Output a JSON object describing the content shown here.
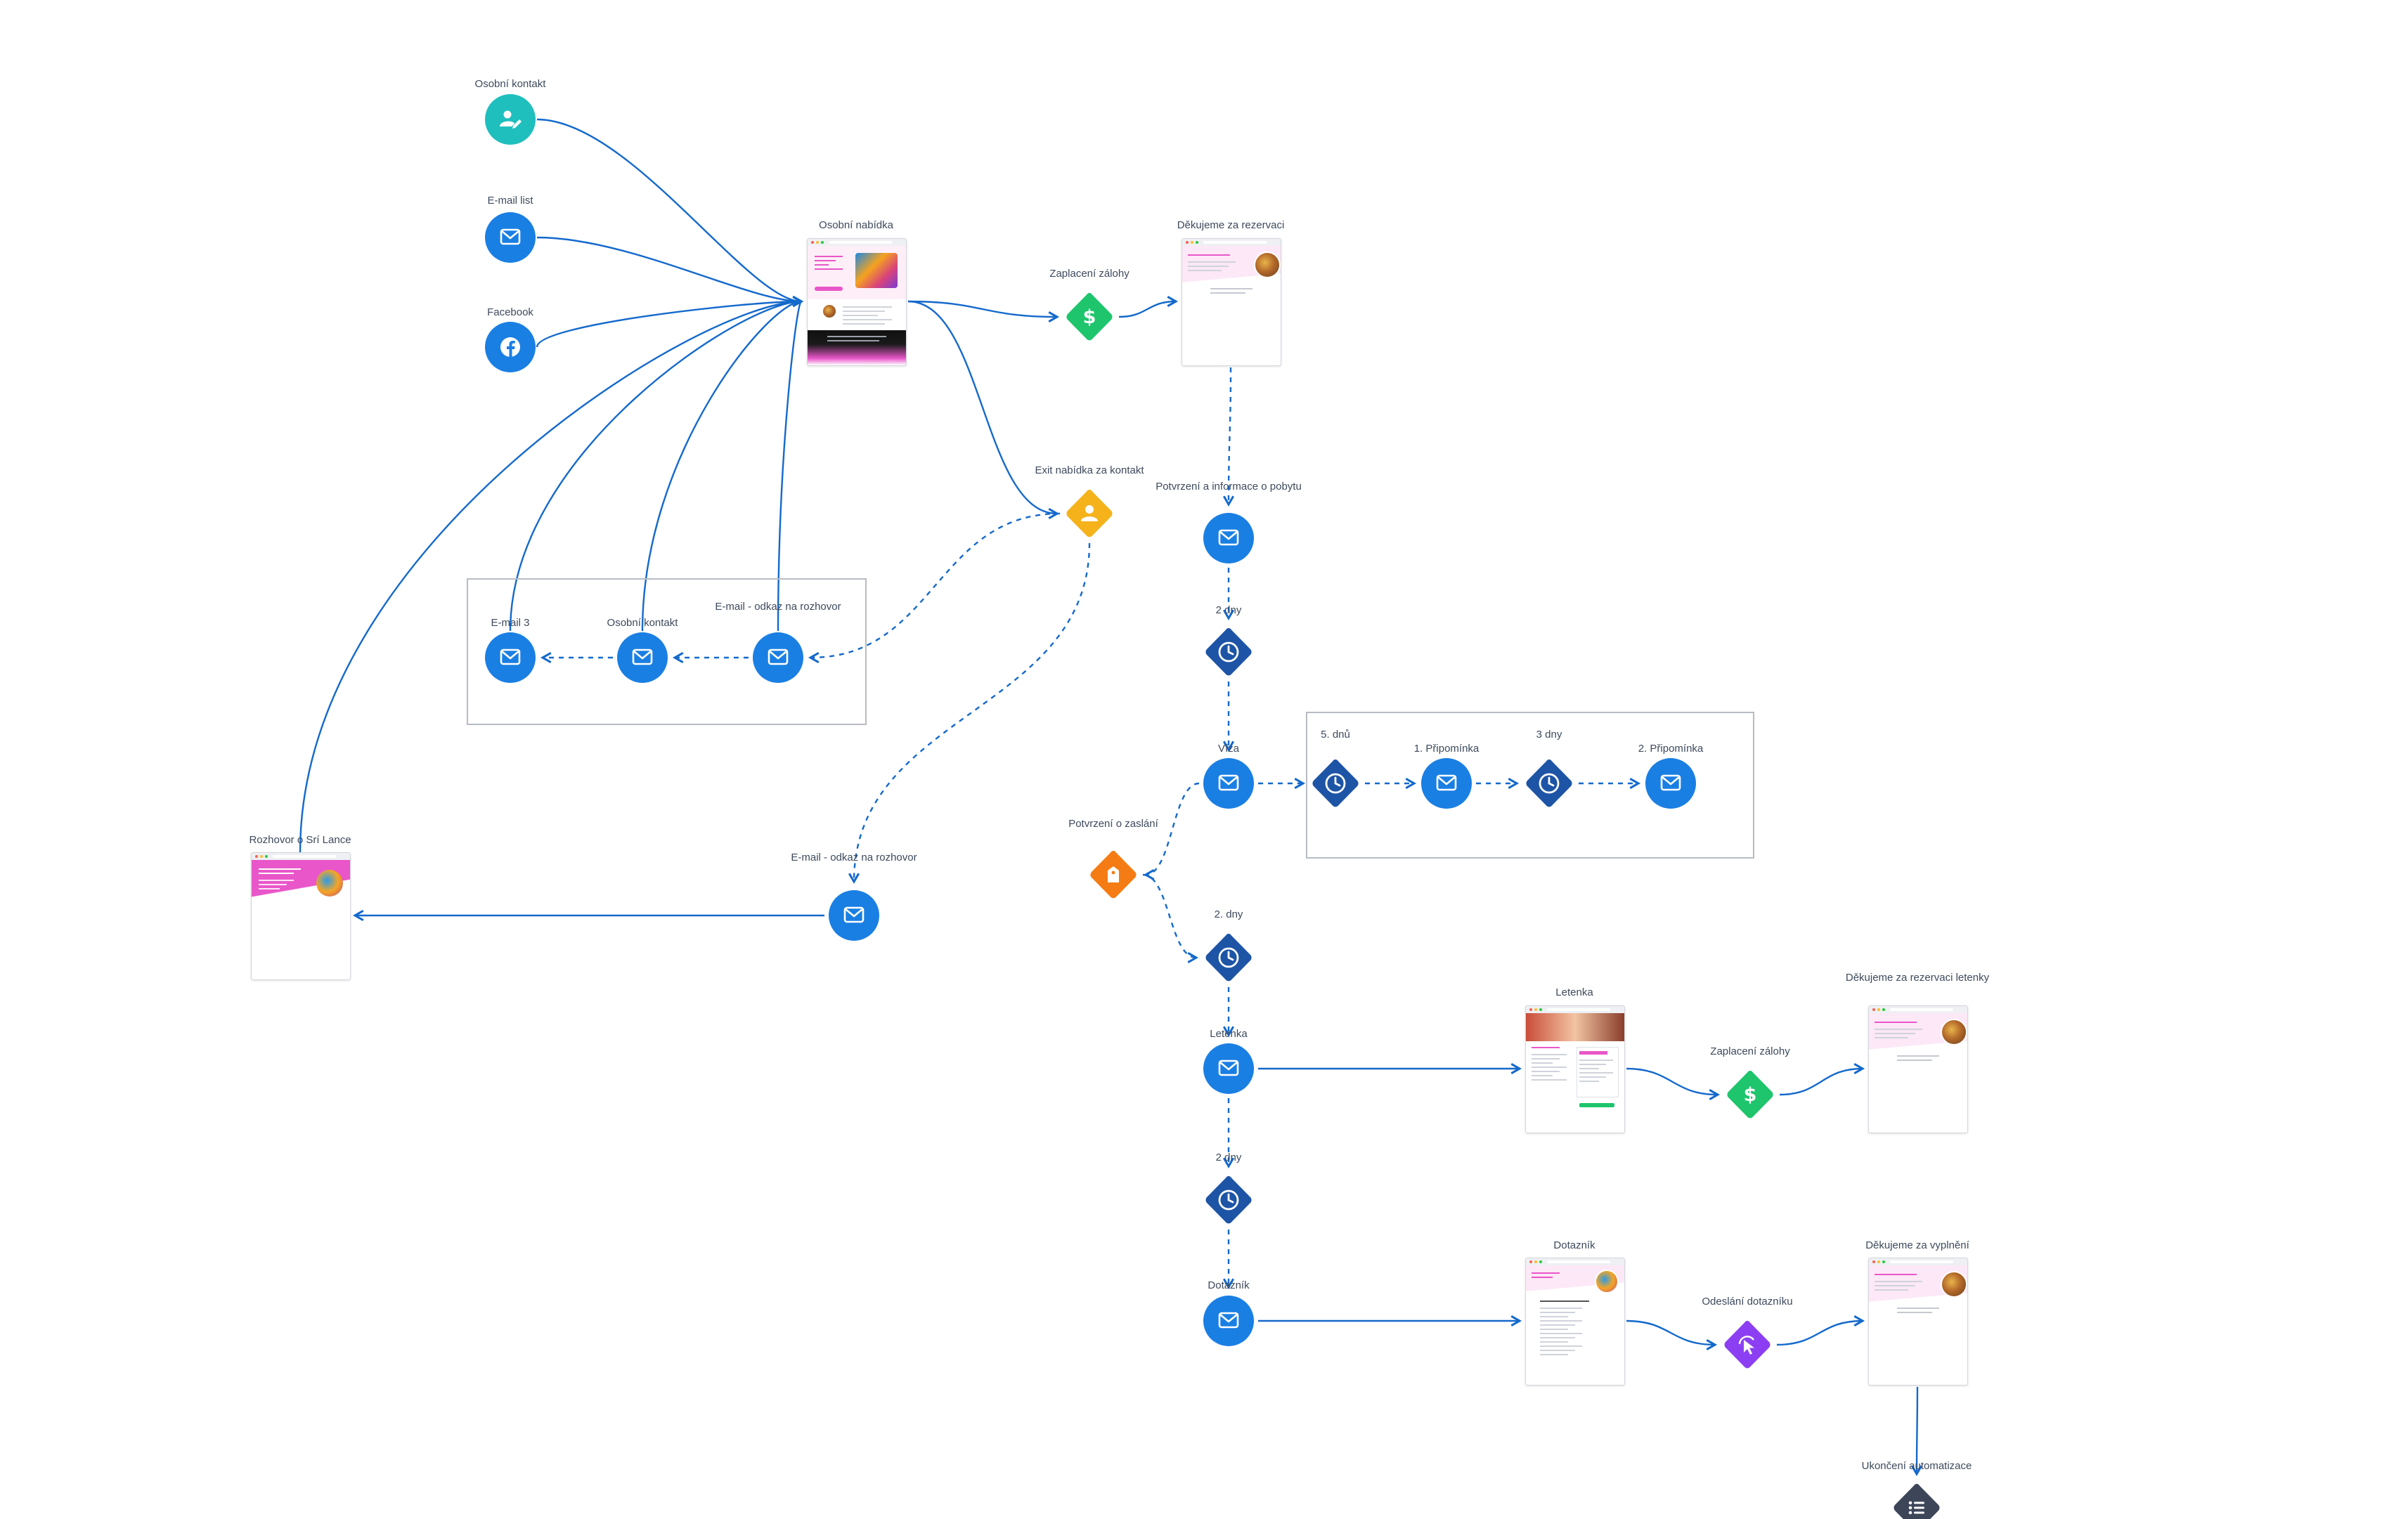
{
  "colors": {
    "email_blue": "#1a7fe3",
    "wait_navy": "#1d54a6",
    "payment_green": "#1ec56c",
    "contact_yellow": "#f5b21b",
    "tag_orange": "#f57c14",
    "click_purple": "#8c3ff2",
    "contact_teal": "#1fbfbe",
    "end_slate": "#3d4659",
    "line_blue": "#1469cc",
    "pink": "#e956c9"
  },
  "nodes": {
    "osobni_kontakt_source": {
      "label": "Osobní kontakt",
      "icon": "person-pen-icon"
    },
    "email_list": {
      "label": "E-mail list",
      "icon": "envelope-icon"
    },
    "facebook": {
      "label": "Facebook",
      "icon": "facebook-icon"
    },
    "osobni_nabidka": {
      "label": "Osobní nabídka",
      "icon": "webpage-thumbnail"
    },
    "zaplaceni_zalohy_1": {
      "label": "Zaplacení zálohy",
      "icon": "dollar-icon"
    },
    "dekujeme_rezervaci": {
      "label": "Děkujeme za rezervaci",
      "icon": "webpage-thumbnail"
    },
    "exit_nabidka": {
      "label": "Exit nabídka za kontakt",
      "icon": "person-icon"
    },
    "potvrzeni_informace": {
      "label": "Potvrzení a informace o pobytu",
      "icon": "envelope-icon"
    },
    "wait_2_dny_a": {
      "label": "2 dny",
      "icon": "clock-icon"
    },
    "email_3": {
      "label": "E-mail 3",
      "icon": "envelope-icon"
    },
    "osobni_kontakt_email": {
      "label": "Osobní kontakt",
      "icon": "envelope-icon"
    },
    "email_odkaz_1": {
      "label": "E-mail - odkaz na rozhovor",
      "icon": "envelope-icon"
    },
    "viza": {
      "label": "Víza",
      "icon": "envelope-icon"
    },
    "wait_5_dnu": {
      "label": "5. dnů",
      "icon": "clock-icon"
    },
    "pripominka_1": {
      "label": "1. Připomínka",
      "icon": "envelope-icon"
    },
    "wait_3_dny": {
      "label": "3 dny",
      "icon": "clock-icon"
    },
    "pripominka_2": {
      "label": "2. Připomínka",
      "icon": "envelope-icon"
    },
    "potvrzeni_zaslani": {
      "label": "Potvrzení o zaslání",
      "icon": "tag-icon"
    },
    "rozhovor_sri_lanka": {
      "label": "Rozhovor o Srí Lance",
      "icon": "webpage-thumbnail"
    },
    "email_odkaz_2": {
      "label": "E-mail - odkaz na rozhovor",
      "icon": "envelope-icon"
    },
    "wait_2_dny_b": {
      "label": "2. dny",
      "icon": "clock-icon"
    },
    "letenka_email": {
      "label": "Letenka",
      "icon": "envelope-icon"
    },
    "letenka_page": {
      "label": "Letenka",
      "icon": "webpage-thumbnail"
    },
    "zaplaceni_zalohy_2": {
      "label": "Zaplacení zálohy",
      "icon": "dollar-icon"
    },
    "dekujeme_letenky": {
      "label": "Děkujeme za rezervaci letenky",
      "icon": "webpage-thumbnail"
    },
    "wait_2_dny_c": {
      "label": "2 dny",
      "icon": "clock-icon"
    },
    "dotaznik_email": {
      "label": "Dotazník",
      "icon": "envelope-icon"
    },
    "dotaznik_page": {
      "label": "Dotazník",
      "icon": "webpage-thumbnail"
    },
    "odeslani_dotazniku": {
      "label": "Odeslání dotazníku",
      "icon": "cursor-click-icon"
    },
    "dekujeme_vyplneni": {
      "label": "Děkujeme za vyplnění",
      "icon": "webpage-thumbnail"
    },
    "ukonceni": {
      "label": "Ukončení automatizace",
      "icon": "list-icon"
    }
  },
  "edges": [
    {
      "from": "osobni_kontakt_source",
      "to": "osobni_nabidka",
      "style": "solid"
    },
    {
      "from": "email_list",
      "to": "osobni_nabidka",
      "style": "solid"
    },
    {
      "from": "facebook",
      "to": "osobni_nabidka",
      "style": "solid"
    },
    {
      "from": "email_3",
      "to": "osobni_nabidka",
      "style": "solid"
    },
    {
      "from": "osobni_kontakt_email",
      "to": "osobni_nabidka",
      "style": "solid"
    },
    {
      "from": "email_odkaz_1",
      "to": "osobni_nabidka",
      "style": "solid"
    },
    {
      "from": "rozhovor_sri_lanka",
      "to": "osobni_nabidka",
      "style": "solid"
    },
    {
      "from": "osobni_nabidka",
      "to": "zaplaceni_zalohy_1",
      "style": "solid"
    },
    {
      "from": "osobni_nabidka",
      "to": "exit_nabidka",
      "style": "solid"
    },
    {
      "from": "zaplaceni_zalohy_1",
      "to": "dekujeme_rezervaci",
      "style": "solid"
    },
    {
      "from": "dekujeme_rezervaci",
      "to": "potvrzeni_informace",
      "style": "dashed"
    },
    {
      "from": "potvrzeni_informace",
      "to": "wait_2_dny_a",
      "style": "dashed"
    },
    {
      "from": "wait_2_dny_a",
      "to": "viza",
      "style": "dashed"
    },
    {
      "from": "exit_nabidka",
      "to": "email_odkaz_1",
      "style": "dashed"
    },
    {
      "from": "email_odkaz_1",
      "to": "osobni_kontakt_email",
      "style": "dashed"
    },
    {
      "from": "osobni_kontakt_email",
      "to": "email_3",
      "style": "dashed"
    },
    {
      "from": "exit_nabidka",
      "to": "email_odkaz_2",
      "style": "dashed"
    },
    {
      "from": "email_odkaz_2",
      "to": "rozhovor_sri_lanka",
      "style": "solid"
    },
    {
      "from": "viza",
      "to": "wait_5_dnu",
      "style": "dashed"
    },
    {
      "from": "wait_5_dnu",
      "to": "pripominka_1",
      "style": "dashed"
    },
    {
      "from": "pripominka_1",
      "to": "wait_3_dny",
      "style": "dashed"
    },
    {
      "from": "wait_3_dny",
      "to": "pripominka_2",
      "style": "dashed"
    },
    {
      "from": "viza",
      "to": "potvrzeni_zaslani",
      "style": "dashed"
    },
    {
      "from": "potvrzeni_zaslani",
      "to": "wait_2_dny_b",
      "style": "dashed"
    },
    {
      "from": "wait_2_dny_b",
      "to": "letenka_email",
      "style": "dashed"
    },
    {
      "from": "letenka_email",
      "to": "letenka_page",
      "style": "solid"
    },
    {
      "from": "letenka_page",
      "to": "zaplaceni_zalohy_2",
      "style": "solid"
    },
    {
      "from": "zaplaceni_zalohy_2",
      "to": "dekujeme_letenky",
      "style": "solid"
    },
    {
      "from": "letenka_email",
      "to": "wait_2_dny_c",
      "style": "dashed"
    },
    {
      "from": "wait_2_dny_c",
      "to": "dotaznik_email",
      "style": "dashed"
    },
    {
      "from": "dotaznik_email",
      "to": "dotaznik_page",
      "style": "solid"
    },
    {
      "from": "dotaznik_page",
      "to": "odeslani_dotazniku",
      "style": "solid"
    },
    {
      "from": "odeslani_dotazniku",
      "to": "dekujeme_vyplneni",
      "style": "solid"
    },
    {
      "from": "dekujeme_vyplneni",
      "to": "ukonceni",
      "style": "solid"
    }
  ],
  "groups": [
    {
      "name": "email-sequence-group",
      "members": [
        "email_3",
        "osobni_kontakt_email",
        "email_odkaz_1"
      ]
    },
    {
      "name": "reminder-sequence-group",
      "members": [
        "wait_5_dnu",
        "pripominka_1",
        "wait_3_dny",
        "pripominka_2"
      ]
    }
  ]
}
